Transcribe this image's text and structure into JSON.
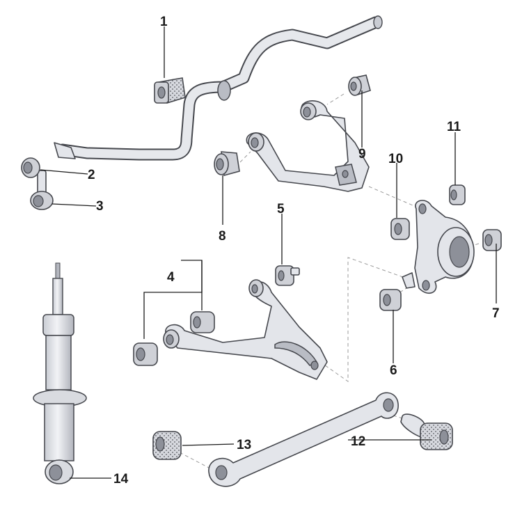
{
  "callouts": [
    "1",
    "2",
    "3",
    "4",
    "5",
    "6",
    "7",
    "8",
    "9",
    "10",
    "11",
    "12",
    "13",
    "14"
  ],
  "colors": {
    "label": "#1a1a1a",
    "part_fill": "#e3e5ea",
    "part_outline": "#45474d",
    "leader_dash": "#9a9a9a"
  }
}
